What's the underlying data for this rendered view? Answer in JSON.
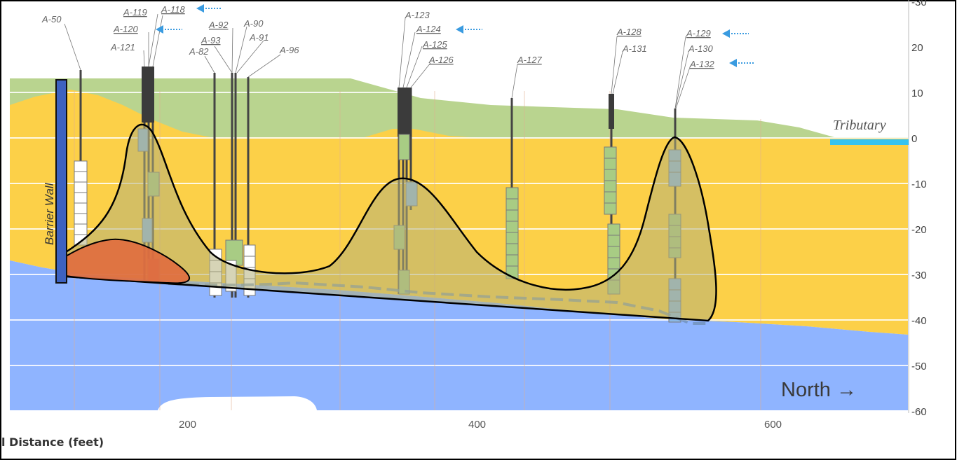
{
  "x_axis": {
    "title": "l Distance (feet)",
    "ticks": [
      "200",
      "400",
      "600"
    ]
  },
  "y_axis": {
    "ticks": [
      "-30",
      "20",
      "10",
      "0",
      "-10",
      "-20",
      "-30",
      "-40",
      "-50",
      "-60"
    ]
  },
  "labels": {
    "barrier_wall": "Barrier Wall",
    "tributary": "Tributary",
    "north": "North →"
  },
  "wells": [
    "A-50",
    "A-119",
    "A-118",
    "A-120",
    "A-121",
    "A-92",
    "A-90",
    "A-93",
    "A-91",
    "A-82",
    "A-96",
    "A-123",
    "A-124",
    "A-125",
    "A-126",
    "A-127",
    "A-128",
    "A-131",
    "A-129",
    "A-130",
    "A-132"
  ],
  "colors": {
    "green_soil": "#b9d48f",
    "yellow_soil": "#fcd048",
    "blue_bedrock": "#8fb4ff",
    "barrier_wall": "#3d62c0",
    "tributary": "#36c3f0",
    "plume_fill": "#b5b07a",
    "source_zone": "#e06c3e",
    "arrow_blue": "#3a9be0"
  }
}
